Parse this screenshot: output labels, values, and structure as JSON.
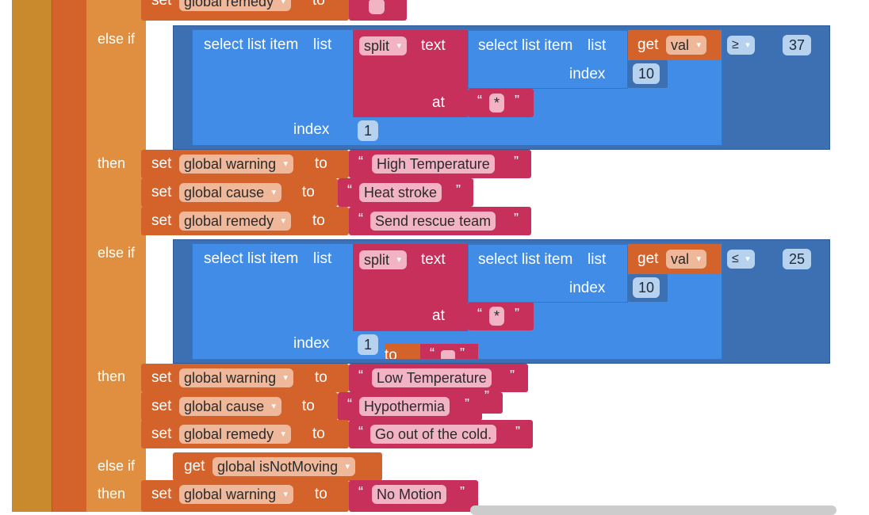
{
  "keywords": {
    "else_if": "else if",
    "then": "then",
    "set": "set",
    "to": "to",
    "select_list_item": "select list item",
    "list": "list",
    "index": "index",
    "split": "split",
    "text": "text",
    "at": "at",
    "get": "get",
    "open_quote": "“",
    "close_quote": "”",
    "dropdown_arrow": "▾"
  },
  "rows": {
    "top_remedy": {
      "var": "global remedy",
      "value": ""
    },
    "cond1": {
      "get_var": "val",
      "op": "≥",
      "compare_value": "37",
      "inner_index": "10",
      "split_at": "*",
      "outer_index": "1"
    },
    "then1": [
      {
        "var": "global warning",
        "value": "High Temperature"
      },
      {
        "var": "global cause",
        "value": "Heat stroke"
      },
      {
        "var": "global remedy",
        "value": "Send rescue team"
      }
    ],
    "cond2": {
      "get_var": "val",
      "op": "≤",
      "compare_value": "25",
      "inner_index": "10",
      "split_at": "*",
      "outer_index": "1"
    },
    "then2": [
      {
        "var": "global warning",
        "value": "Low Temperature"
      },
      {
        "var": "global cause",
        "value": "Hypothermia"
      },
      {
        "var": "global remedy",
        "value": "Go out of the cold."
      }
    ],
    "cond3": {
      "get_var": "global isNotMoving"
    },
    "then3": [
      {
        "var": "global warning",
        "value": "No Motion"
      }
    ],
    "hidden_fragment": {
      "to": "to",
      "value": ""
    }
  },
  "colors": {
    "control": "#df8f3f",
    "variables": "#d4622b",
    "text": "#c6305a",
    "lists": "#418ce6",
    "math": "#3d6fb3"
  }
}
